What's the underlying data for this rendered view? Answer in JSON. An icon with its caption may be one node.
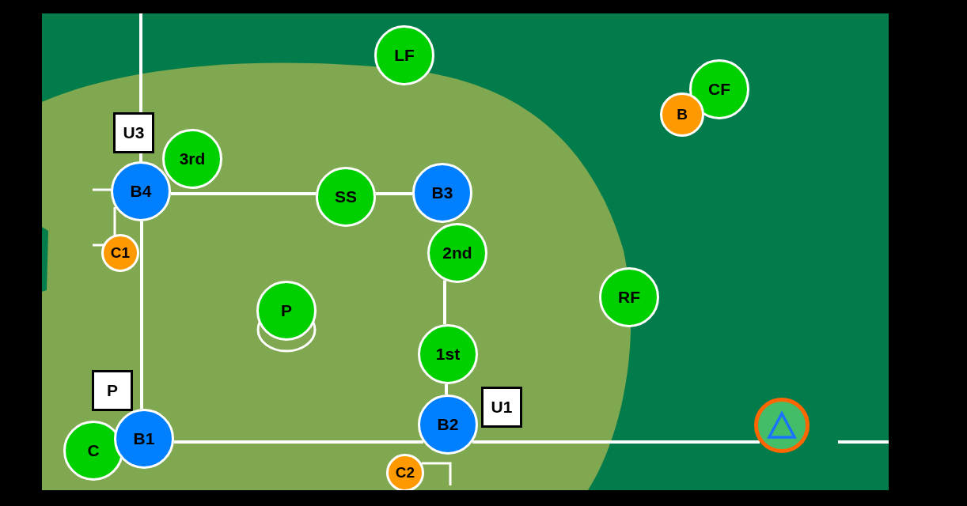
{
  "diagram": {
    "nodes": [
      {
        "text": [
          "LF"
        ]
      },
      {
        "text": [
          "CF"
        ]
      },
      {
        "text": [
          "B"
        ]
      },
      {
        "text": [
          "U3"
        ]
      },
      {
        "text": [
          "3rd"
        ]
      },
      {
        "text": [
          "B4"
        ]
      },
      {
        "text": [
          "SS"
        ]
      },
      {
        "text": [
          "B3"
        ]
      },
      {
        "text": [
          "C1"
        ]
      },
      {
        "text": [
          "2nd"
        ]
      },
      {
        "text": [
          "P"
        ]
      },
      {
        "text": [
          "RF"
        ]
      },
      {
        "text": [
          "1st"
        ]
      },
      {
        "text": [
          "P"
        ]
      },
      {
        "text": [
          "U1"
        ]
      },
      {
        "text": [
          "B2"
        ]
      },
      {
        "text": [],
        "shape": "circle"
      },
      {
        "text": [
          "C"
        ]
      },
      {
        "text": [
          "B1"
        ]
      },
      {
        "text": [
          "C2"
        ]
      }
    ],
    "edges": [
      {
        "from": 5,
        "to": 6,
        "arrow": "none"
      },
      {
        "from": 6,
        "to": 7,
        "arrow": "none"
      },
      {
        "from": 9,
        "to": 12,
        "arrow": "none"
      },
      {
        "from": 12,
        "to": 15,
        "arrow": "none"
      },
      {
        "from": 15,
        "to": 18,
        "arrow": "none"
      },
      {
        "from": 18,
        "to": 5,
        "arrow": "none"
      },
      {
        "from": 15,
        "to": 16,
        "arrow": "none"
      }
    ]
  }
}
